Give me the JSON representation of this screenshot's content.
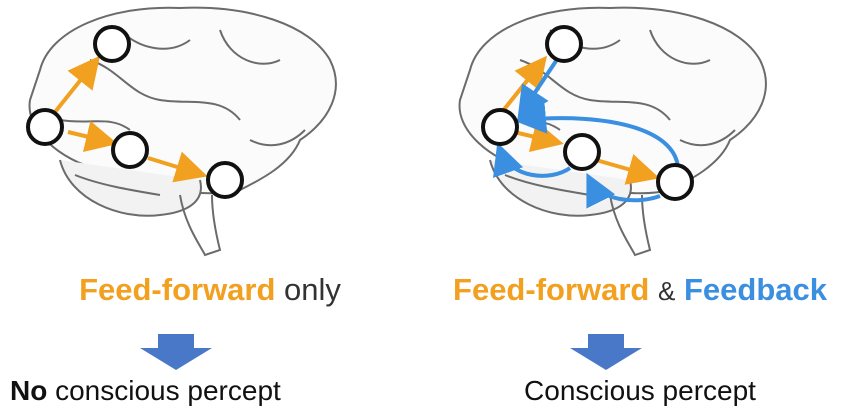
{
  "panels": [
    {
      "title_emph": "Feed-forward",
      "title_rest": "only",
      "result_emph": "No",
      "result_rest": "conscious percept"
    },
    {
      "title_ff": "Feed-forward",
      "title_amp": "&",
      "title_fb": "Feedback",
      "result": "Conscious percept"
    }
  ],
  "colors": {
    "feedforward": "#f2a01f",
    "feedback": "#3b8fe0",
    "arrow_down": "#4a78c8",
    "outline": "#6b6b6b"
  }
}
